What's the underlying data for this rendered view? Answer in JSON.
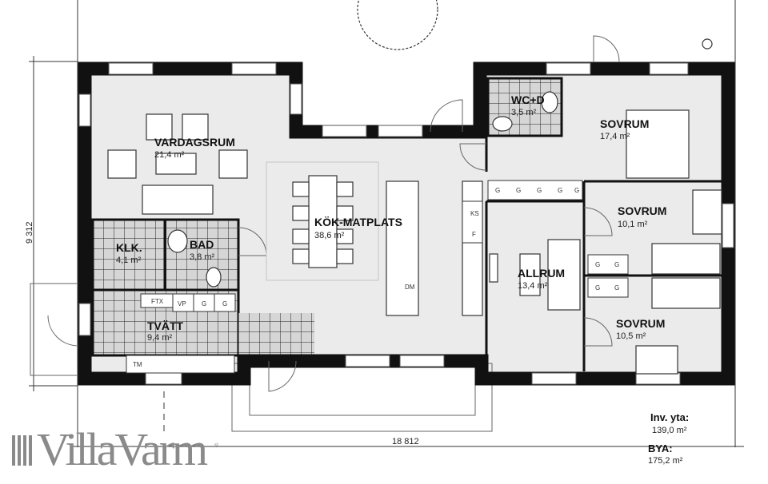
{
  "rooms": {
    "vardagsrum": {
      "name": "VARDAGSRUM",
      "area": "21,4 m²"
    },
    "kok": {
      "name": "KÖK-MATPLATS",
      "area": "38,6 m²"
    },
    "klk": {
      "name": "KLK.",
      "area": "4,1 m²"
    },
    "bad": {
      "name": "BAD",
      "area": "3,8 m²"
    },
    "tvatt": {
      "name": "TVÄTT",
      "area": "9,4 m²"
    },
    "wcd": {
      "name": "WC+D",
      "area": "3,5 m²"
    },
    "sovrum1": {
      "name": "SOVRUM",
      "area": "17,4 m²"
    },
    "sovrum2": {
      "name": "SOVRUM",
      "area": "10,1 m²"
    },
    "sovrum3": {
      "name": "SOVRUM",
      "area": "10,5 m²"
    },
    "allrum": {
      "name": "ALLRUM",
      "area": "13,4 m²"
    }
  },
  "appliances": {
    "ftx": "FTX",
    "vp": "VP",
    "g": "G",
    "ks": "KS",
    "f": "F",
    "dm": "DM",
    "tm": "TM"
  },
  "dimensions": {
    "height": "9 312",
    "width": "18 812"
  },
  "summary": {
    "inv_label": "Inv. yta:",
    "inv_value": "139,0 m²",
    "bya_label": "BYA:",
    "bya_value": "175,2 m²"
  },
  "logo": {
    "text": "VillaVarm",
    "mark": "®"
  },
  "colors": {
    "wall": "#111111",
    "floor": "#ebebeb",
    "tile": "#d4d4d4",
    "logo": "#8a8a8a"
  }
}
